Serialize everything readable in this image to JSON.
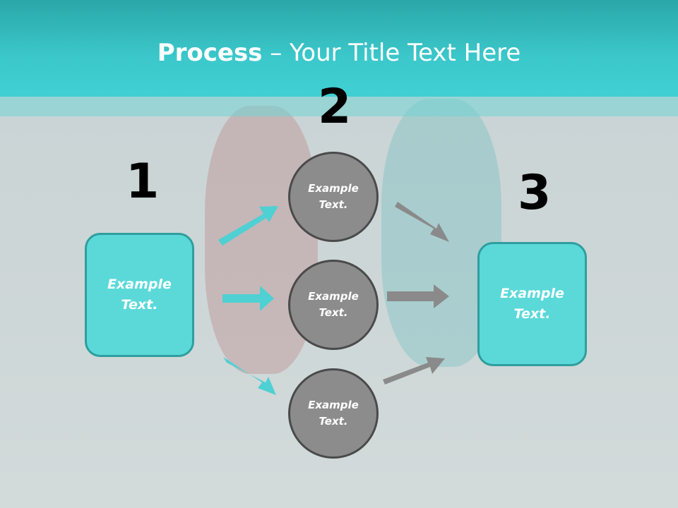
{
  "title": {
    "bold": "Process",
    "rest": " – Your Title Text Here"
  },
  "steps": [
    {
      "number": "1",
      "label": "Example\nText."
    },
    {
      "number": "2"
    },
    {
      "number": "3",
      "label": "Example\nText."
    }
  ],
  "circles": [
    {
      "label": "Example\nText."
    },
    {
      "label": "Example\nText."
    },
    {
      "label": "Example\nText."
    }
  ],
  "colors": {
    "accent": "#5bd9d9",
    "header": "#40d0d3",
    "circle": "#8c8c8c",
    "arrow_in": "#4fd0d2",
    "arrow_out": "#8a8a8a"
  }
}
